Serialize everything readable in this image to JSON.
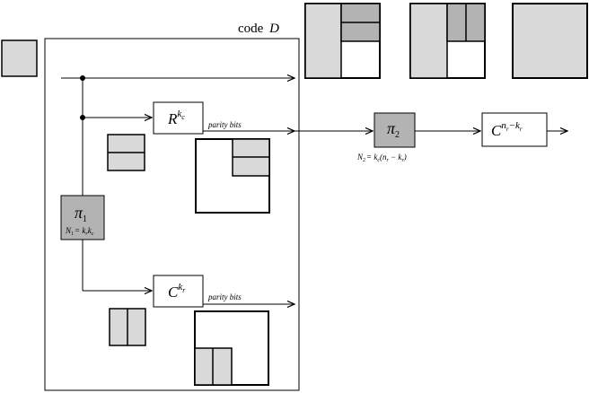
{
  "labels": {
    "code_prefix": "code",
    "code_var": "D",
    "parity_bits_top": "parity bits",
    "parity_bits_bottom": "parity bits"
  },
  "blocks": {
    "pi1": {
      "symbol": "π",
      "sub": "1",
      "eq_lhs": "N",
      "eq_lhs_sub": "1",
      "eq_rhs": "= k",
      "eq_rhs_sub1": "r",
      "eq_rhs_mid": "k",
      "eq_rhs_sub2": "c"
    },
    "pi2": {
      "symbol": "π",
      "sub": "2",
      "eq_lhs": "N",
      "eq_lhs_sub": "2",
      "eq_rhs_a": "= k",
      "eq_rhs_sub_a": "c",
      "eq_rhs_b": "(n",
      "eq_rhs_sub_b": "r",
      "eq_rhs_c": " − k",
      "eq_rhs_sub_c": "r",
      "eq_rhs_d": ")"
    },
    "encoder_row": {
      "letter": "R",
      "sup": "k",
      "sup_sub": "c"
    },
    "encoder_col": {
      "letter": "C",
      "sup": "k",
      "sup_sub": "r"
    },
    "encoder_out": {
      "letter": "C",
      "sup_a": "n",
      "sup_a_sub": "r",
      "sup_mid": "−k",
      "sup_b_sub": "r"
    }
  },
  "colors": {
    "light_fill": "#d9d9d9",
    "mid_fill": "#b3b3b3",
    "stroke": "#000000",
    "dashed_box": "#000000"
  }
}
